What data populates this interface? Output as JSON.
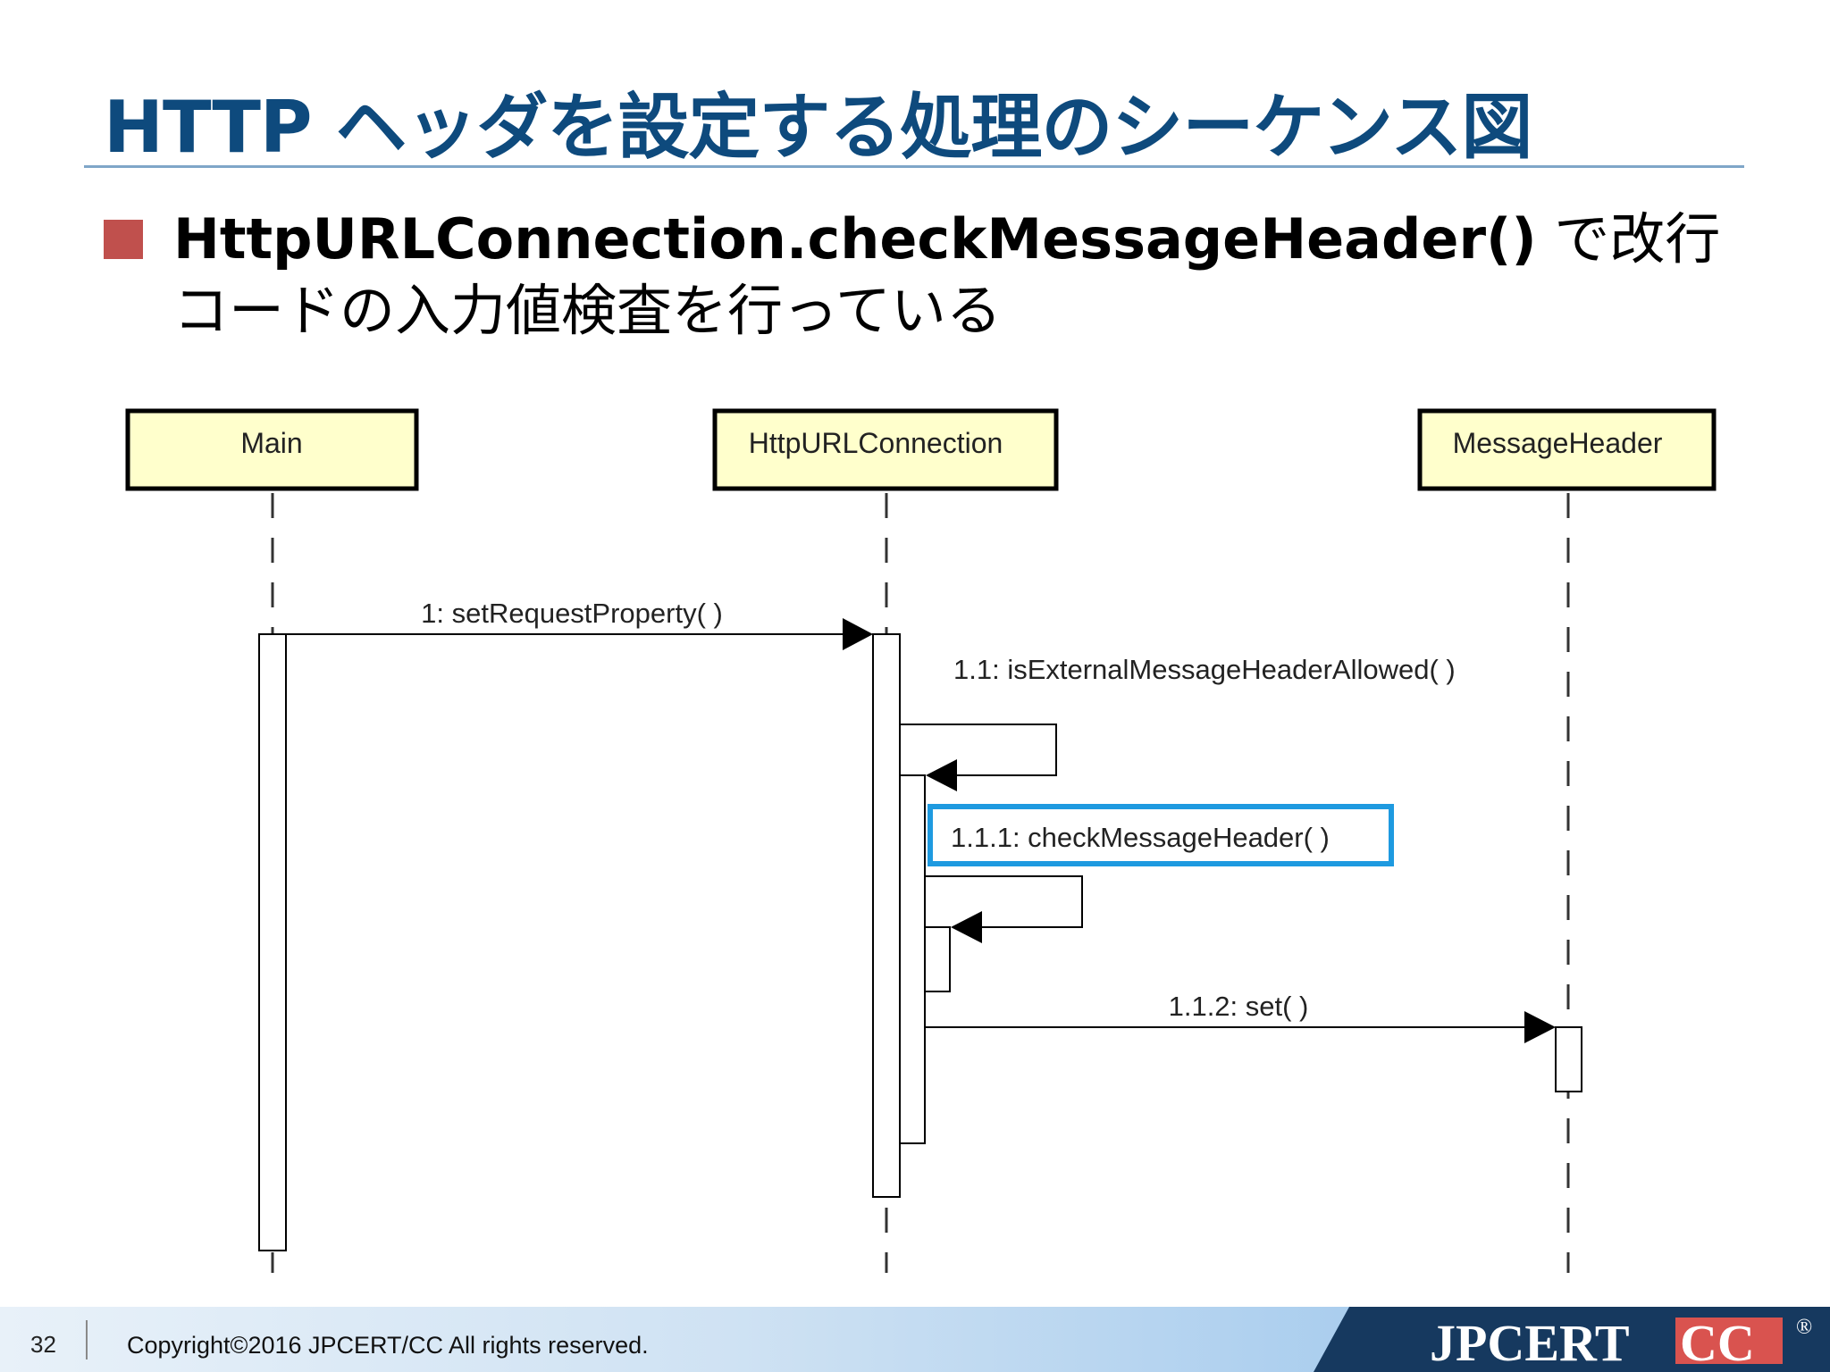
{
  "title": "HTTP ヘッダを設定する処理のシーケンス図",
  "bullet": {
    "bold": "HttpURLConnection.checkMessageHeader()",
    "line1_rest": " で改行",
    "line2": "コードの入力値検査を行っている"
  },
  "sequence": {
    "lifelines": [
      {
        "name": "Main"
      },
      {
        "name": "HttpURLConnection"
      },
      {
        "name": "MessageHeader"
      }
    ],
    "messages": [
      {
        "label": "1: setRequestProperty( )",
        "from": "Main",
        "to": "HttpURLConnection"
      },
      {
        "label": "1.1: isExternalMessageHeaderAllowed( )",
        "from": "HttpURLConnection",
        "to": "HttpURLConnection"
      },
      {
        "label": "1.1.1: checkMessageHeader( )",
        "from": "HttpURLConnection",
        "to": "HttpURLConnection",
        "highlighted": true
      },
      {
        "label": "1.1.2: set( )",
        "from": "HttpURLConnection",
        "to": "MessageHeader"
      }
    ],
    "highlight_color": "#1e9ae0",
    "lifeline_box_color": "#ffffcc"
  },
  "footer": {
    "page_number": "32",
    "copyright": "Copyright©2016 JPCERT/CC All rights reserved.",
    "logo_left": "JPCERT",
    "logo_right": "CC",
    "logo_mark": "®"
  },
  "colors": {
    "title": "#0e4a7d",
    "bullet_square": "#c0504d",
    "logo_cc_bg": "#d9534f"
  }
}
